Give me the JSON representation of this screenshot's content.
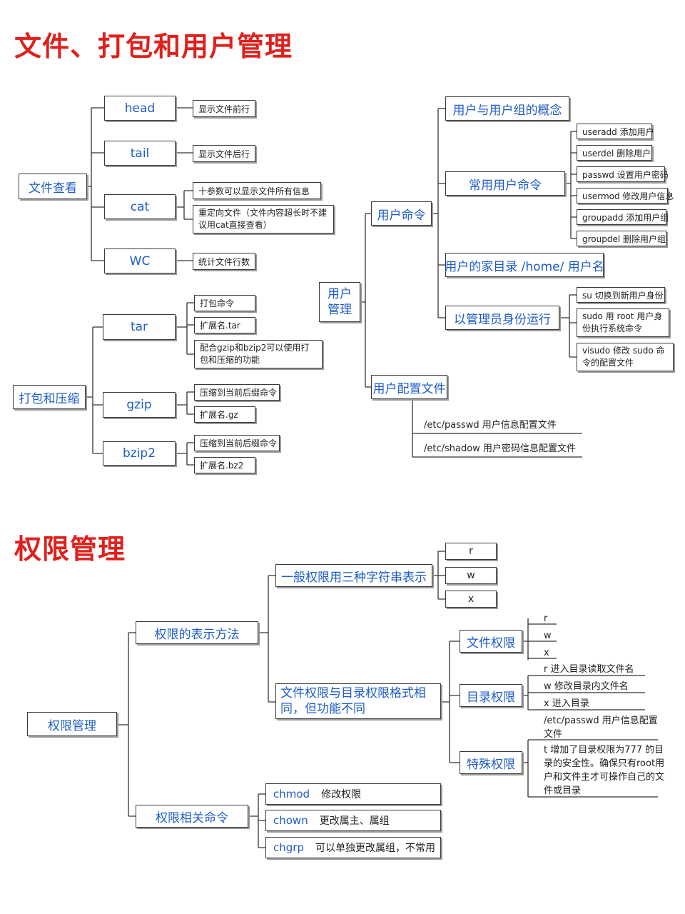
{
  "titles": {
    "section1": "文件、打包和用户管理",
    "section2": "权限管理"
  },
  "file_view": {
    "root": "文件查看",
    "head": {
      "label": "head",
      "desc": "显示文件前行"
    },
    "tail": {
      "label": "tail",
      "desc": "显示文件后行"
    },
    "cat": {
      "label": "cat",
      "desc1": "十参数可以显示文件所有信息",
      "desc2": "重定向文件（文件内容超长时不建议用cat直接查看）"
    },
    "wc": {
      "label": "WC",
      "desc": "统计文件行数"
    }
  },
  "packing": {
    "root": "打包和压缩",
    "tar": {
      "label": "tar",
      "desc1": "打包命令",
      "desc2": "扩展名.tar",
      "desc3": "配合gzip和bzip2可以使用打包和压缩的功能"
    },
    "gzip": {
      "label": "gzip",
      "desc1": "压缩到当前后缀命令",
      "desc2": "扩展名.gz"
    },
    "bzip2": {
      "label": "bzip2",
      "desc1": "压缩到当前后缀命令",
      "desc2": "扩展名.bz2"
    }
  },
  "user_mgmt": {
    "root": "用户管理",
    "user_cmd": "用户命令",
    "concept": "用户与用户组的概念",
    "common_cmd": "常用用户命令",
    "cmds": [
      "useradd  添加用户",
      "userdel  删除用户",
      "passwd  设置用户密码",
      "usermod  修改用户信息",
      "groupadd  添加用户组",
      "groupdel  删除用户组"
    ],
    "home": "用户的家目录 /home/ 用户名",
    "admin": "以管理员身份运行",
    "admin_items": [
      "su  切换到新用户身份",
      "sudo  用 root 用户身份执行系统命令",
      "visudo 修改 sudo 命令的配置文件"
    ],
    "config": "用户配置文件",
    "config_items": [
      "/etc/passwd  用户信息配置文件",
      "/etc/shadow  用户密码信息配置文件"
    ]
  },
  "permission": {
    "root": "权限管理",
    "repr": "权限的表示方法",
    "general": "一般权限用三种字符串表示",
    "rwx": [
      "r",
      "w",
      "x"
    ],
    "diff": "文件权限与目录权限格式相同，但功能不同",
    "file_perm": "文件权限",
    "file_rwx": [
      "r",
      "w",
      "x"
    ],
    "dir_perm": "目录权限",
    "dir_items": [
      "r   进入目录读取文件名",
      "w   修改目录内文件名",
      "x   进入目录"
    ],
    "special_perm": "特殊权限",
    "special_items": [
      "/etc/passwd  用户信息配置文件",
      "t  增加了目录权限为777 的目录的安全性。确保只有root用户和文件主才可操作自己的文件或目录"
    ],
    "cmds_title": "权限相关命令",
    "cmds": [
      {
        "cmd": "chmod",
        "desc": "修改权限"
      },
      {
        "cmd": "chown",
        "desc": "更改属主、属组"
      },
      {
        "cmd": "chgrp",
        "desc": "可以单独更改属组，不常用"
      }
    ]
  }
}
